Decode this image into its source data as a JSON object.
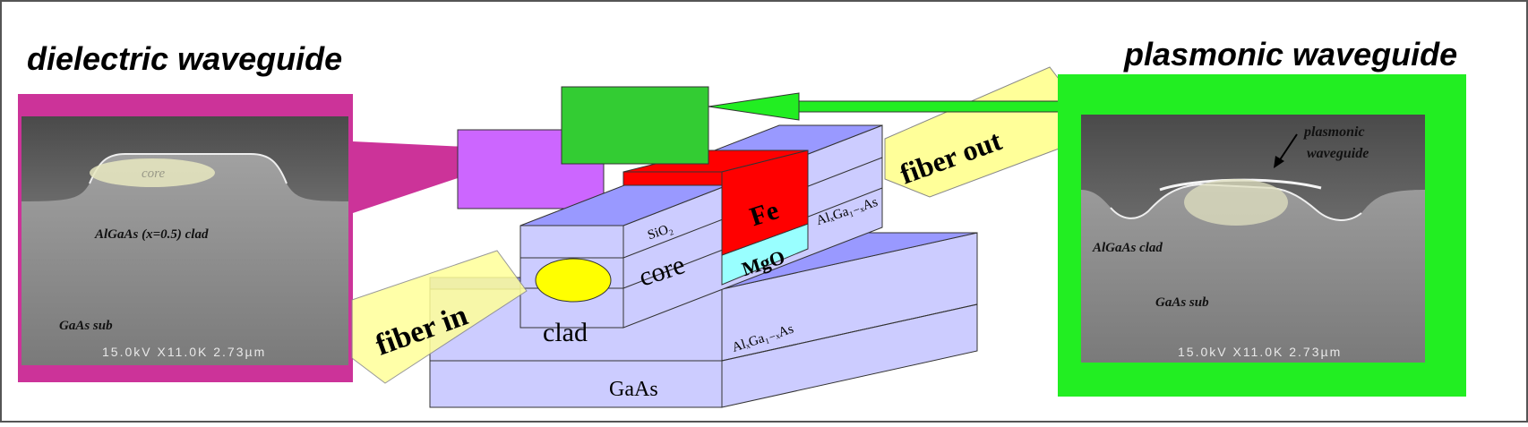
{
  "titles": {
    "left": "dielectric waveguide",
    "right": "plasmonic waveguide"
  },
  "left_image": {
    "core": "core",
    "clad": "AlGaAs (x=0.5) clad",
    "sub": "GaAs sub",
    "scale": "15.0kV X11.0K 2.73µm"
  },
  "right_image": {
    "pointer_line1": "plasmonic",
    "pointer_line2": "waveguide",
    "clad": "AlGaAs clad",
    "sub": "GaAs sub",
    "scale": "15.0kV X11.0K 2.73µm"
  },
  "device": {
    "fiber_in": "fiber in",
    "fiber_out": "fiber out",
    "fe": "Fe",
    "mgo": "MgO",
    "sio2": "SiO₂",
    "core": "core",
    "clad": "clad",
    "gaas": "GaAs",
    "algaas_upper": "AlₓGa₁₋ₓAs",
    "algaas_lower": "AlₓGa₁₋ₓAs"
  },
  "colors": {
    "border": "#555555",
    "left_frame": "#cc3399",
    "right_frame": "#22ee22",
    "block_face": "#ccccff",
    "block_top": "#9999ff",
    "fe": "#ff0000",
    "mgo": "#99ffff",
    "core_ellipse": "#ffff00",
    "fiber": "#ffff99",
    "violet_box": "#cc66ff",
    "green_box": "#33cc33",
    "arrow": "#22ee22"
  }
}
